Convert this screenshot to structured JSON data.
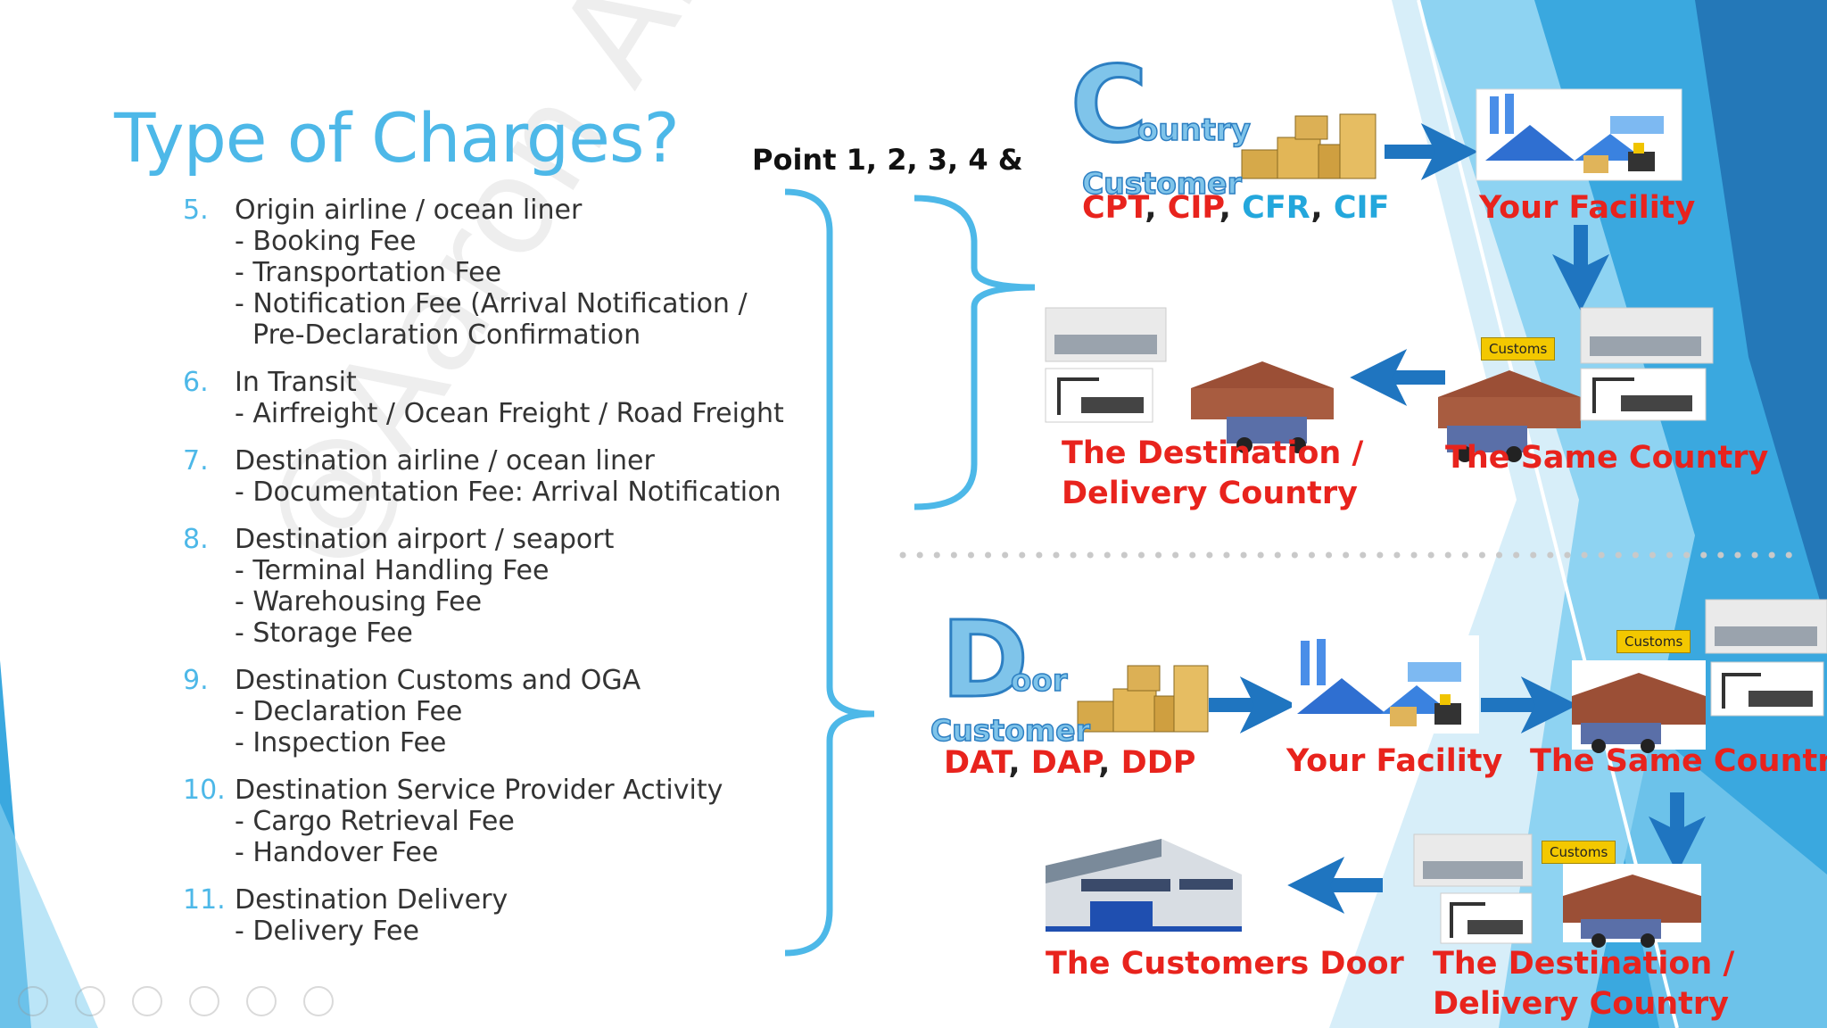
{
  "title": "Type of Charges?",
  "point_label": "Point 1, 2, 3, 4 &",
  "watermark": "@Aaron Arjuna",
  "charges": [
    {
      "num": "5.",
      "head": "Origin airline / ocean liner",
      "subs": [
        "- Booking Fee",
        "- Transportation Fee",
        "- Notification Fee (Arrival Notification /",
        "Pre-Declaration Confirmation"
      ]
    },
    {
      "num": "6.",
      "head": "In Transit",
      "subs": [
        "- Airfreight / Ocean Freight / Road Freight"
      ]
    },
    {
      "num": "7.",
      "head": "Destination airline / ocean liner",
      "subs": [
        "- Documentation Fee: Arrival Notification"
      ]
    },
    {
      "num": "8.",
      "head": "Destination airport / seaport",
      "subs": [
        "- Terminal Handling Fee",
        "- Warehousing Fee",
        "- Storage Fee"
      ]
    },
    {
      "num": "9.",
      "head": "Destination Customs and OGA",
      "subs": [
        "- Declaration Fee",
        "- Inspection Fee"
      ]
    },
    {
      "num": "10.",
      "head": "Destination Service Provider Activity",
      "subs": [
        "- Cargo Retrieval Fee",
        "- Handover Fee"
      ]
    },
    {
      "num": "11.",
      "head": "Destination Delivery",
      "subs": [
        "- Delivery Fee"
      ]
    }
  ],
  "country_flow": {
    "letter": "C",
    "rest": "ountry",
    "customer": "Customer",
    "terms": {
      "t1": "CPT",
      "t2": "CIP",
      "t3": "CFR",
      "t4": "CIF",
      "sep": ","
    },
    "your_facility": "Your Facility",
    "same_country": "The Same Country",
    "destination_line1": "The Destination /",
    "destination_line2": "Delivery Country",
    "customs": "Customs"
  },
  "door_flow": {
    "letter": "D",
    "rest": "oor",
    "customer": "Customer",
    "terms": {
      "t1": "DAT",
      "t2": "DAP",
      "t3": "DDP",
      "sep": ","
    },
    "your_facility": "Your Facility",
    "same_country": "The Same Country",
    "customers_door": "The Customers Door",
    "destination_line1": "The Destination /",
    "destination_line2": "Delivery Country",
    "customs": "Customs"
  },
  "colors": {
    "title": "#4db8e8",
    "red_label": "#e8231d",
    "cyan_term": "#23a7dc",
    "arrow": "#1f75c0",
    "bracket": "#4db8e8"
  }
}
